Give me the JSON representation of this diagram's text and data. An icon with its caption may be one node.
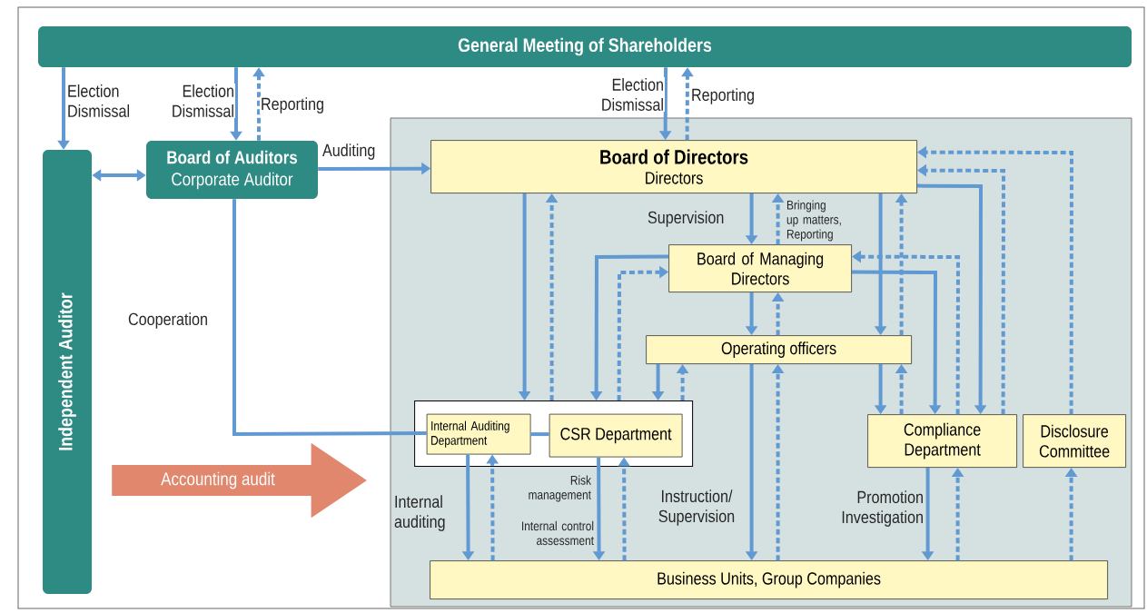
{
  "diagram": {
    "nodes": [
      {
        "text": [
          "General Meeting of Shareholders"
        ]
      },
      {
        "text": [
          "Independent Auditor"
        ]
      },
      {
        "text": [
          "Board of Auditors",
          "Corporate Auditor"
        ]
      },
      {
        "text": [],
        "shape": "box"
      },
      {
        "text": [
          "Board of Directors",
          "Directors"
        ],
        "in": 3
      },
      {
        "text": [
          "Board of Managing Directors"
        ],
        "in": 3
      },
      {
        "text": [
          "Operating officers"
        ],
        "in": 3
      },
      {
        "text": [],
        "shape": "box",
        "in": 3
      },
      {
        "text": [
          "Internal Auditing Department"
        ],
        "in": 7
      },
      {
        "text": [
          "CSR Department"
        ],
        "in": 7
      },
      {
        "text": [
          "Compliance Department"
        ],
        "in": 3
      },
      {
        "text": [
          "Disclosure Committee"
        ],
        "in": 3
      },
      {
        "text": [
          "Business Units, Group Companies"
        ],
        "in": 3
      }
    ],
    "edges": [
      {
        "from": 0,
        "to": 1,
        "arrow": "to",
        "label": "Election Dismissal"
      },
      {
        "from": 0,
        "to": 2,
        "arrow": "to",
        "label": "Election Dismissal"
      },
      {
        "from": 2,
        "to": 0,
        "arrow": "to",
        "label": "Reporting",
        "style": "dashed"
      },
      {
        "from": 0,
        "to": 4,
        "arrow": "to",
        "label": "Election Dismissal"
      },
      {
        "from": 4,
        "to": 0,
        "arrow": "to",
        "label": "Reporting",
        "style": "dashed"
      },
      {
        "from": 1,
        "to": 2,
        "arrow": "both"
      },
      {
        "from": 2,
        "to": 4,
        "arrow": "to",
        "label": "Auditing"
      },
      {
        "from": 2,
        "to": 8,
        "arrow": "none",
        "label": "Cooperation"
      },
      {
        "from": 8,
        "to": 9,
        "arrow": "none"
      },
      {
        "from": 4,
        "to": 7,
        "arrow": "to"
      },
      {
        "from": 7,
        "to": 4,
        "arrow": "to",
        "style": "dashed"
      },
      {
        "from": 4,
        "to": 5,
        "arrow": "to",
        "label": "Supervision"
      },
      {
        "from": 5,
        "to": 4,
        "arrow": "to",
        "label": "Bringing up matters, Reporting",
        "style": "dashed"
      },
      {
        "from": 5,
        "to": 7,
        "arrow": "to"
      },
      {
        "from": 7,
        "to": 5,
        "arrow": "to",
        "style": "dashed"
      },
      {
        "from": 5,
        "to": 6,
        "arrow": "to"
      },
      {
        "from": 6,
        "to": 5,
        "arrow": "to",
        "style": "dashed"
      },
      {
        "from": 6,
        "to": 7,
        "arrow": "to"
      },
      {
        "from": 7,
        "to": 6,
        "arrow": "to",
        "style": "dashed"
      },
      {
        "from": 4,
        "to": 6,
        "arrow": "to"
      },
      {
        "from": 6,
        "to": 4,
        "arrow": "to",
        "style": "dashed"
      },
      {
        "from": 6,
        "to": 10,
        "arrow": "to"
      },
      {
        "from": 10,
        "to": 6,
        "arrow": "to",
        "style": "dashed"
      },
      {
        "from": 5,
        "to": 10,
        "arrow": "to"
      },
      {
        "from": 10,
        "to": 5,
        "arrow": "to",
        "style": "dashed"
      },
      {
        "from": 4,
        "to": 10,
        "arrow": "to"
      },
      {
        "from": 10,
        "to": 4,
        "arrow": "to",
        "style": "dashed"
      },
      {
        "from": 11,
        "to": 4,
        "arrow": "to",
        "style": "dashed"
      },
      {
        "from": 6,
        "to": 12,
        "arrow": "to",
        "label": "Instruction/ Supervision"
      },
      {
        "from": 12,
        "to": 6,
        "arrow": "to",
        "style": "dashed"
      },
      {
        "from": 8,
        "to": 12,
        "arrow": "to",
        "label": "Internal auditing"
      },
      {
        "from": 12,
        "to": 8,
        "arrow": "to",
        "style": "dashed"
      },
      {
        "from": 9,
        "to": 12,
        "arrow": "to"
      },
      {
        "from": 12,
        "to": 9,
        "arrow": "to",
        "style": "dashed"
      },
      {
        "from": 10,
        "to": 12,
        "arrow": "to",
        "label": "Promotion Investigation"
      },
      {
        "from": 12,
        "to": 10,
        "arrow": "to",
        "style": "dashed"
      },
      {
        "from": 12,
        "to": 11,
        "arrow": "to",
        "style": "dashed"
      },
      {
        "from": 1,
        "to": 3,
        "arrow": "to",
        "label": "Accounting audit",
        "style": "thick",
        "color": "#e0876e"
      }
    ],
    "labels": [
      "Risk management",
      "Internal control assessment"
    ]
  }
}
